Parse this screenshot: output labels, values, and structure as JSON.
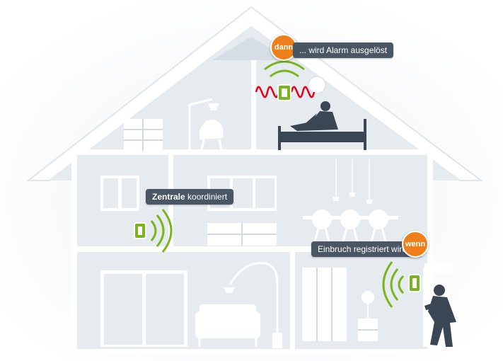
{
  "labels": {
    "alarm_badge": "dann",
    "alarm_text": "... wird Alarm ausgelöst",
    "central_bold": "Zentrale",
    "central_text": " koordiniert",
    "intrusion_text": "Einbruch registriert wird ...",
    "intrusion_badge": "wenn"
  },
  "colors": {
    "wall": "#e4e9ee",
    "wall_dark": "#d3dae2",
    "furniture": "#ffffff",
    "lines": "#c9d1da",
    "bubble": "#4a5663",
    "badge": "#ee7f1a",
    "signal_green": "#7ab51d",
    "alarm_red": "#e2001a",
    "person": "#3a4653"
  },
  "icons": {
    "siren": "siren-icon",
    "central_unit": "central-unit-icon",
    "sensor": "door-sensor-icon",
    "burglar": "burglar-figure",
    "sleeper": "person-in-bed-figure"
  }
}
